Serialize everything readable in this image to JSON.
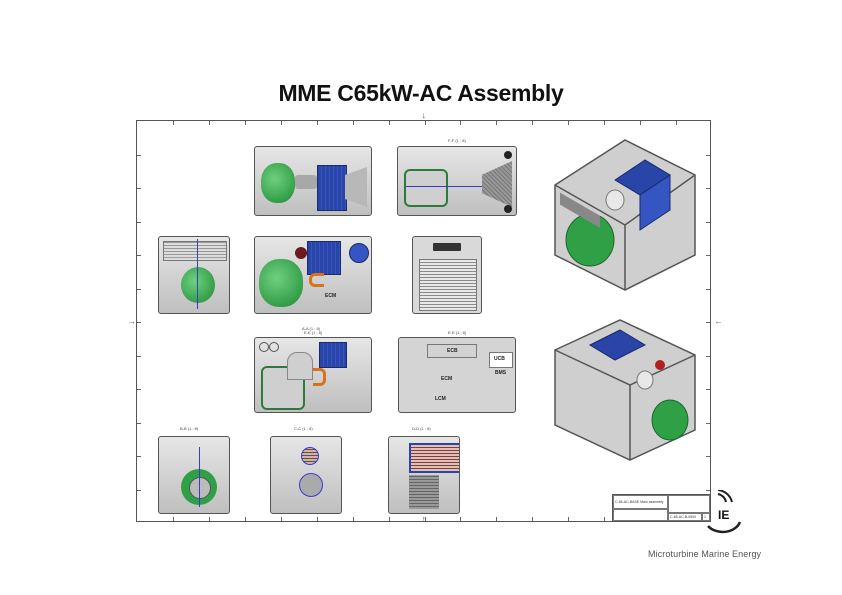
{
  "slide": {
    "title": "MME C65kW-AC Assembly",
    "company_tagline": "Microturbine Marine Energy",
    "logo_text": "IE"
  },
  "drawing": {
    "view_labels": {
      "top_right_section": "F-F (1 : 8)",
      "front_section": "A-A (1 : 8)",
      "elevation_b": "B (1 : 8)",
      "section_e": "E-E (1 : 8)",
      "section_b": "B-B (1 : 8)",
      "section_c": "C-C (1 : 8)",
      "section_d": "D-D (1 : 8)"
    },
    "component_labels": [
      "ECB",
      "ECM",
      "LCM",
      "UCB",
      "BMS",
      "ECM"
    ],
    "title_block": {
      "drawing_name": "C-65-AC-BASE Main assembly",
      "drawing_number": "C-65-AC-B-0500",
      "sheet": "1"
    }
  },
  "colors": {
    "turbine_green": "#2fa046",
    "heat_exchanger_blue": "#2a45a8",
    "frame_grey": "#9a9a9a",
    "pipe_orange": "#d9731a"
  }
}
